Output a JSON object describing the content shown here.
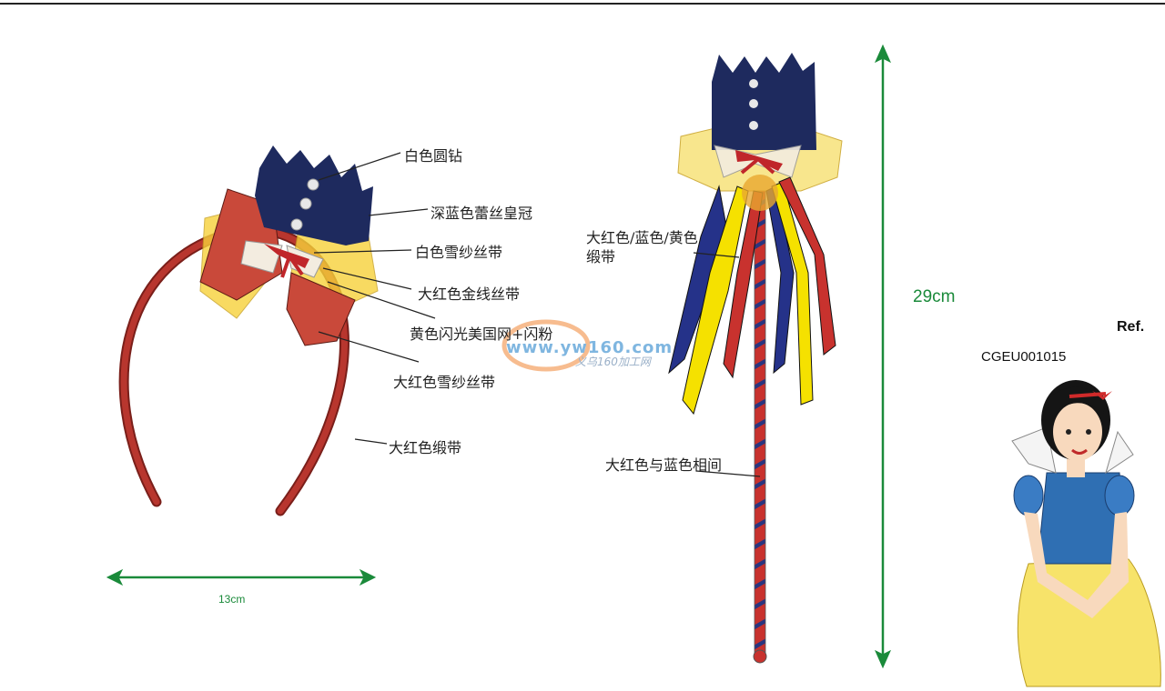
{
  "headband": {
    "labels": [
      "白色圆钻",
      "深蓝色蕾丝皇冠",
      "白色雪纱丝带",
      "大红色金线丝带",
      "黄色闪光美国网+闪粉",
      "大红色雪纱丝带",
      "大红色缎带"
    ],
    "width_dim": "13cm"
  },
  "wand": {
    "ribbon_label_line1": "大红色/蓝色/黄色",
    "ribbon_label_line2": "缎带",
    "stick_label": "大红色与蓝色相间",
    "height_dim": "29cm"
  },
  "reference": {
    "label": "Ref.",
    "code": "CGEU001015"
  },
  "watermark": {
    "url": "www.yw160.com",
    "sub": "义乌160加工网"
  },
  "colors": {
    "navy": "#1e2a5e",
    "red": "#b8362e",
    "yellow": "#f5e100",
    "green": "#1a8a3a"
  }
}
